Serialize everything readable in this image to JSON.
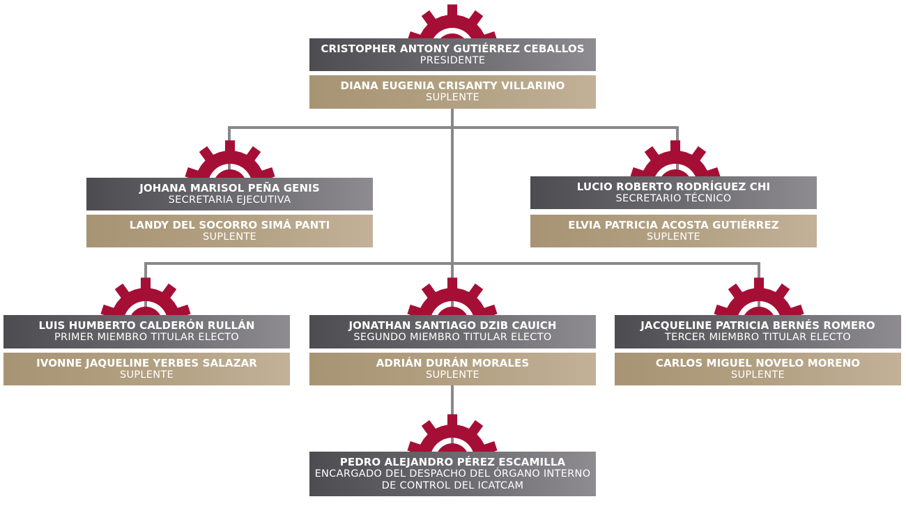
{
  "colors": {
    "gear": "#a50f35",
    "title_box_start": "#4d4c50",
    "title_box_end": "#8e8c90",
    "sub_box_start": "#a79474",
    "sub_box_end": "#c2b198",
    "connector": "#8a878b"
  },
  "icons": {
    "node_badge": "gear-icon"
  },
  "nodes": {
    "presidente": {
      "titular": {
        "name": "CRISTOPHER ANTONY GUTIÉRREZ CEBALLOS",
        "role": "PRESIDENTE"
      },
      "suplente": {
        "name": "DIANA EUGENIA CRISANTY VILLARINO",
        "role": "SUPLENTE"
      }
    },
    "secretaria_ejecutiva": {
      "titular": {
        "name": "JOHANA MARISOL PEÑA GENIS",
        "role": "SECRETARIA EJECUTIVA"
      },
      "suplente": {
        "name": "LANDY DEL SOCORRO SIMÁ PANTI",
        "role": "SUPLENTE"
      }
    },
    "secretario_tecnico": {
      "titular": {
        "name": "LUCIO ROBERTO RODRÍGUEZ CHI",
        "role": "SECRETARIO TÉCNICO"
      },
      "suplente": {
        "name": "ELVIA PATRICIA ACOSTA GUTIÉRREZ",
        "role": "SUPLENTE"
      }
    },
    "primer_miembro": {
      "titular": {
        "name": "LUIS HUMBERTO CALDERÓN RULLÁN",
        "role": "PRIMER MIEMBRO TITULAR ELECTO"
      },
      "suplente": {
        "name": "IVONNE JAQUELINE YERBES SALAZAR",
        "role": "SUPLENTE"
      }
    },
    "segundo_miembro": {
      "titular": {
        "name": "JONATHAN SANTIAGO DZIB CAUICH",
        "role": "SEGUNDO MIEMBRO TITULAR ELECTO"
      },
      "suplente": {
        "name": "ADRIÁN DURÁN MORALES",
        "role": "SUPLENTE"
      }
    },
    "tercer_miembro": {
      "titular": {
        "name": "JACQUELINE PATRICIA BERNÉS ROMERO",
        "role": "TERCER MIEMBRO TITULAR ELECTO"
      },
      "suplente": {
        "name": "CARLOS MIGUEL NOVELO MORENO",
        "role": "SUPLENTE"
      }
    },
    "organo_interno": {
      "titular": {
        "name": "PEDRO ALEJANDRO PÉREZ ESCAMILLA",
        "role_line1": "ENCARGADO DEL DESPACHO DEL ÓRGANO INTERNO",
        "role_line2": "DE CONTROL DEL ICATCAM"
      }
    }
  }
}
